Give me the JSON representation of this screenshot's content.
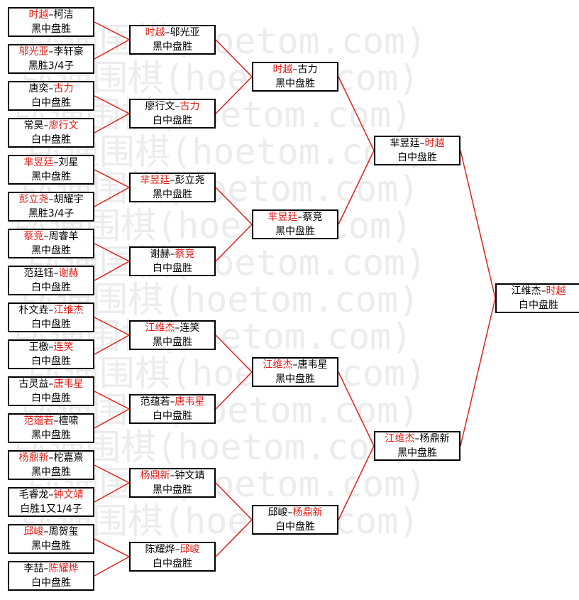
{
  "watermark": "弘通围棋(hoetom.com)",
  "matches": [
    {
      "id": "r1-1",
      "p1": "时越",
      "p2": "柯洁",
      "w": 1,
      "result": "黑中盘胜"
    },
    {
      "id": "r1-2",
      "p1": "邬光亚",
      "p2": "李轩豪",
      "w": 1,
      "result": "黑胜3/4子"
    },
    {
      "id": "r1-3",
      "p1": "唐奕",
      "p2": "古力",
      "w": 2,
      "result": "白中盘胜"
    },
    {
      "id": "r1-4",
      "p1": "常昊",
      "p2": "廖行文",
      "w": 2,
      "result": "白中盘胜"
    },
    {
      "id": "r1-5",
      "p1": "芈昱廷",
      "p2": "刘星",
      "w": 1,
      "result": "黑中盘胜"
    },
    {
      "id": "r1-6",
      "p1": "彭立尧",
      "p2": "胡耀宇",
      "w": 1,
      "result": "黑胜3/4子"
    },
    {
      "id": "r1-7",
      "p1": "蔡竞",
      "p2": "周睿羊",
      "w": 1,
      "result": "黑中盘胜"
    },
    {
      "id": "r1-8",
      "p1": "范廷钰",
      "p2": "谢赫",
      "w": 2,
      "result": "白中盘胜"
    },
    {
      "id": "r1-9",
      "p1": "朴文垚",
      "p2": "江维杰",
      "w": 2,
      "result": "白中盘胜"
    },
    {
      "id": "r1-10",
      "p1": "王檄",
      "p2": "连笑",
      "w": 2,
      "result": "白中盘胜"
    },
    {
      "id": "r1-11",
      "p1": "古灵益",
      "p2": "唐韦星",
      "w": 2,
      "result": "白中盘胜"
    },
    {
      "id": "r1-12",
      "p1": "范蕴若",
      "p2": "檀啸",
      "w": 1,
      "result": "黑中盘胜"
    },
    {
      "id": "r1-13",
      "p1": "杨鼎新",
      "p2": "柁嘉熹",
      "w": 1,
      "result": "黑中盘胜"
    },
    {
      "id": "r1-14",
      "p1": "毛睿龙",
      "p2": "钟文靖",
      "w": 2,
      "result": "白胜1又1/4子"
    },
    {
      "id": "r1-15",
      "p1": "邱峻",
      "p2": "周贺玺",
      "w": 1,
      "result": "黑中盘胜"
    },
    {
      "id": "r1-16",
      "p1": "李喆",
      "p2": "陈耀烨",
      "w": 2,
      "result": "白中盘胜"
    },
    {
      "id": "r2-1",
      "p1": "时越",
      "p2": "邬光亚",
      "w": 1,
      "result": "黑中盘胜"
    },
    {
      "id": "r2-2",
      "p1": "廖行文",
      "p2": "古力",
      "w": 2,
      "result": "白中盘胜"
    },
    {
      "id": "r2-3",
      "p1": "芈昱廷",
      "p2": "彭立尧",
      "w": 1,
      "result": "黑中盘胜"
    },
    {
      "id": "r2-4",
      "p1": "谢赫",
      "p2": "蔡竞",
      "w": 2,
      "result": "白中盘胜"
    },
    {
      "id": "r2-5",
      "p1": "江维杰",
      "p2": "连笑",
      "w": 1,
      "result": "黑中盘胜"
    },
    {
      "id": "r2-6",
      "p1": "范蕴若",
      "p2": "唐韦星",
      "w": 2,
      "result": "白中盘胜"
    },
    {
      "id": "r2-7",
      "p1": "杨鼎新",
      "p2": "钟文靖",
      "w": 1,
      "result": "黑中盘胜"
    },
    {
      "id": "r2-8",
      "p1": "陈耀烨",
      "p2": "邱峻",
      "w": 2,
      "result": "白中盘胜"
    },
    {
      "id": "r3-1",
      "p1": "时越",
      "p2": "古力",
      "w": 1,
      "result": "黑中盘胜"
    },
    {
      "id": "r3-2",
      "p1": "芈昱廷",
      "p2": "蔡竞",
      "w": 1,
      "result": "黑中盘胜"
    },
    {
      "id": "r3-3",
      "p1": "江维杰",
      "p2": "唐韦星",
      "w": 1,
      "result": "黑中盘胜"
    },
    {
      "id": "r3-4",
      "p1": "邱峻",
      "p2": "杨鼎新",
      "w": 2,
      "result": "白中盘胜"
    },
    {
      "id": "r4-1",
      "p1": "芈昱廷",
      "p2": "时越",
      "w": 2,
      "result": "白中盘胜"
    },
    {
      "id": "r4-2",
      "p1": "江维杰",
      "p2": "杨鼎新",
      "w": 1,
      "result": "黑中盘胜"
    },
    {
      "id": "final",
      "p1": "江维杰",
      "p2": "时越",
      "w": 2,
      "result": "白中盘胜"
    }
  ]
}
